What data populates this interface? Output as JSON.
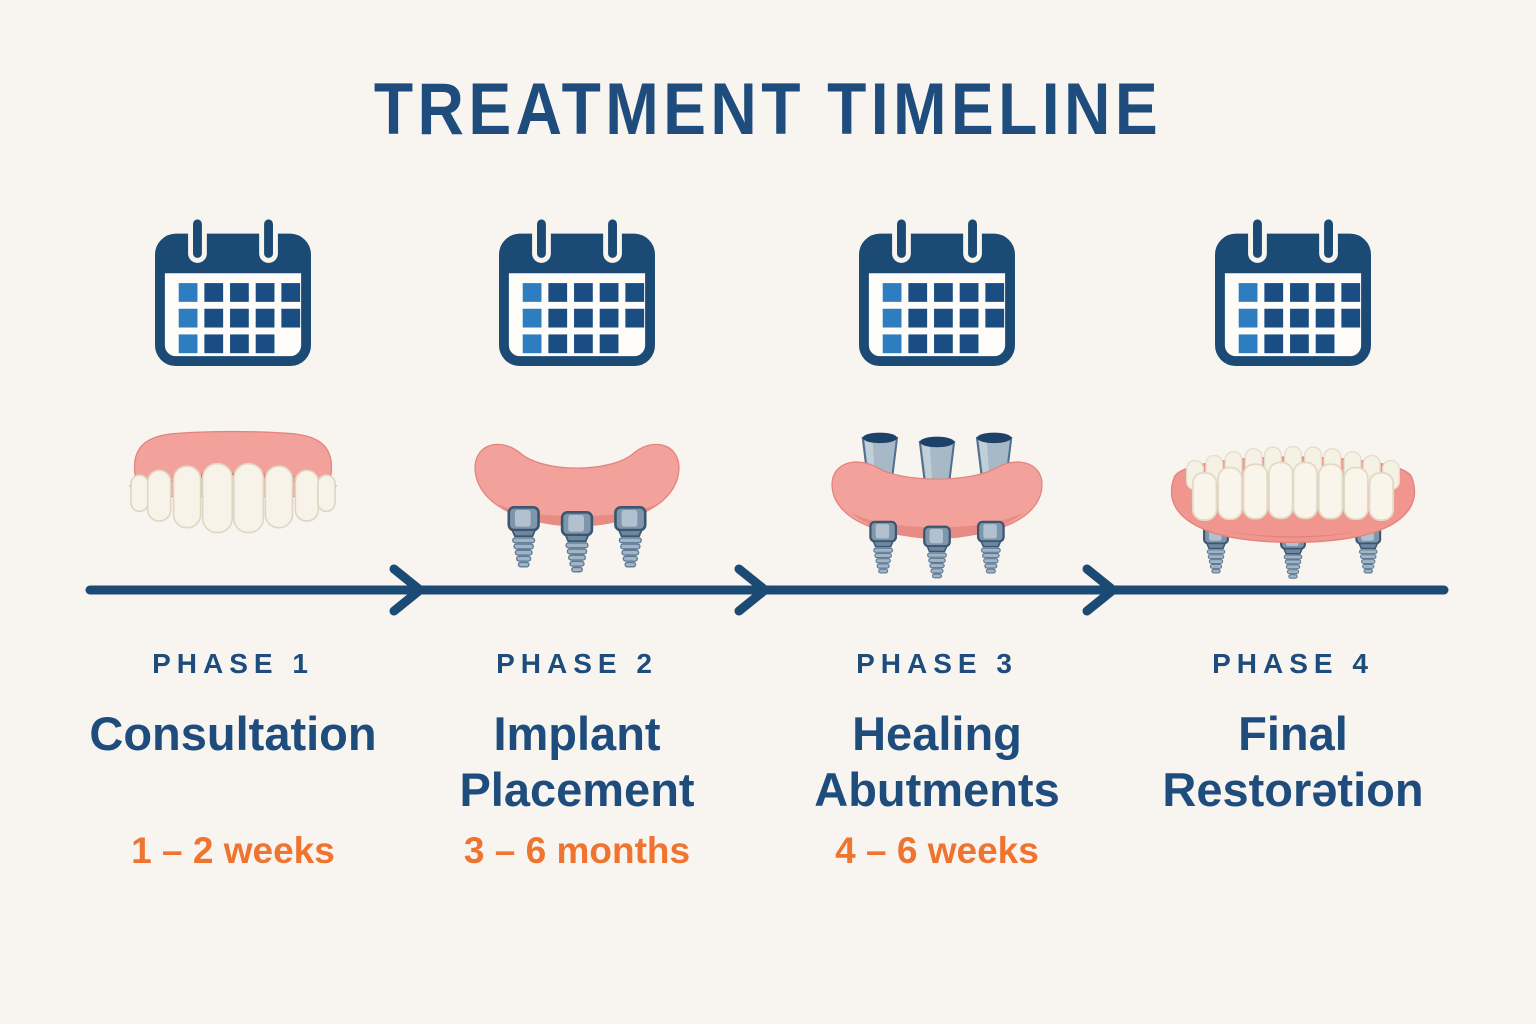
{
  "title": "TREATMENT TIMELINE",
  "colors": {
    "navy_text": "#1e4c7c",
    "navy_icon": "#1b4a74",
    "orange_accent": "#ee7430",
    "background": "#f8f5f0",
    "gum_pink": "#f2a19b",
    "tooth_cream": "#f8f3e9",
    "implant_steel": "#9db0c0"
  },
  "timeline": {
    "direction": "left-to-right",
    "arrowheads": 3
  },
  "phases": [
    {
      "label": "PHASE 1",
      "name": "Consultation",
      "duration": "1 – 2 weeks",
      "icon": "calendar-icon",
      "illustration": "upper-teeth-with-gums"
    },
    {
      "label": "PHASE 2",
      "name": "Implant Placement",
      "duration": "3 – 6 months",
      "icon": "calendar-icon",
      "illustration": "gum-arch-with-three-implant-screws"
    },
    {
      "label": "PHASE 3",
      "name": "Healing Abutments",
      "duration": "4 – 6 weeks",
      "icon": "calendar-icon",
      "illustration": "gum-arch-with-healing-abutments"
    },
    {
      "label": "PHASE 4",
      "name": "Final Restorətion",
      "duration": "",
      "icon": "calendar-icon",
      "illustration": "full-denture-on-implants"
    }
  ]
}
